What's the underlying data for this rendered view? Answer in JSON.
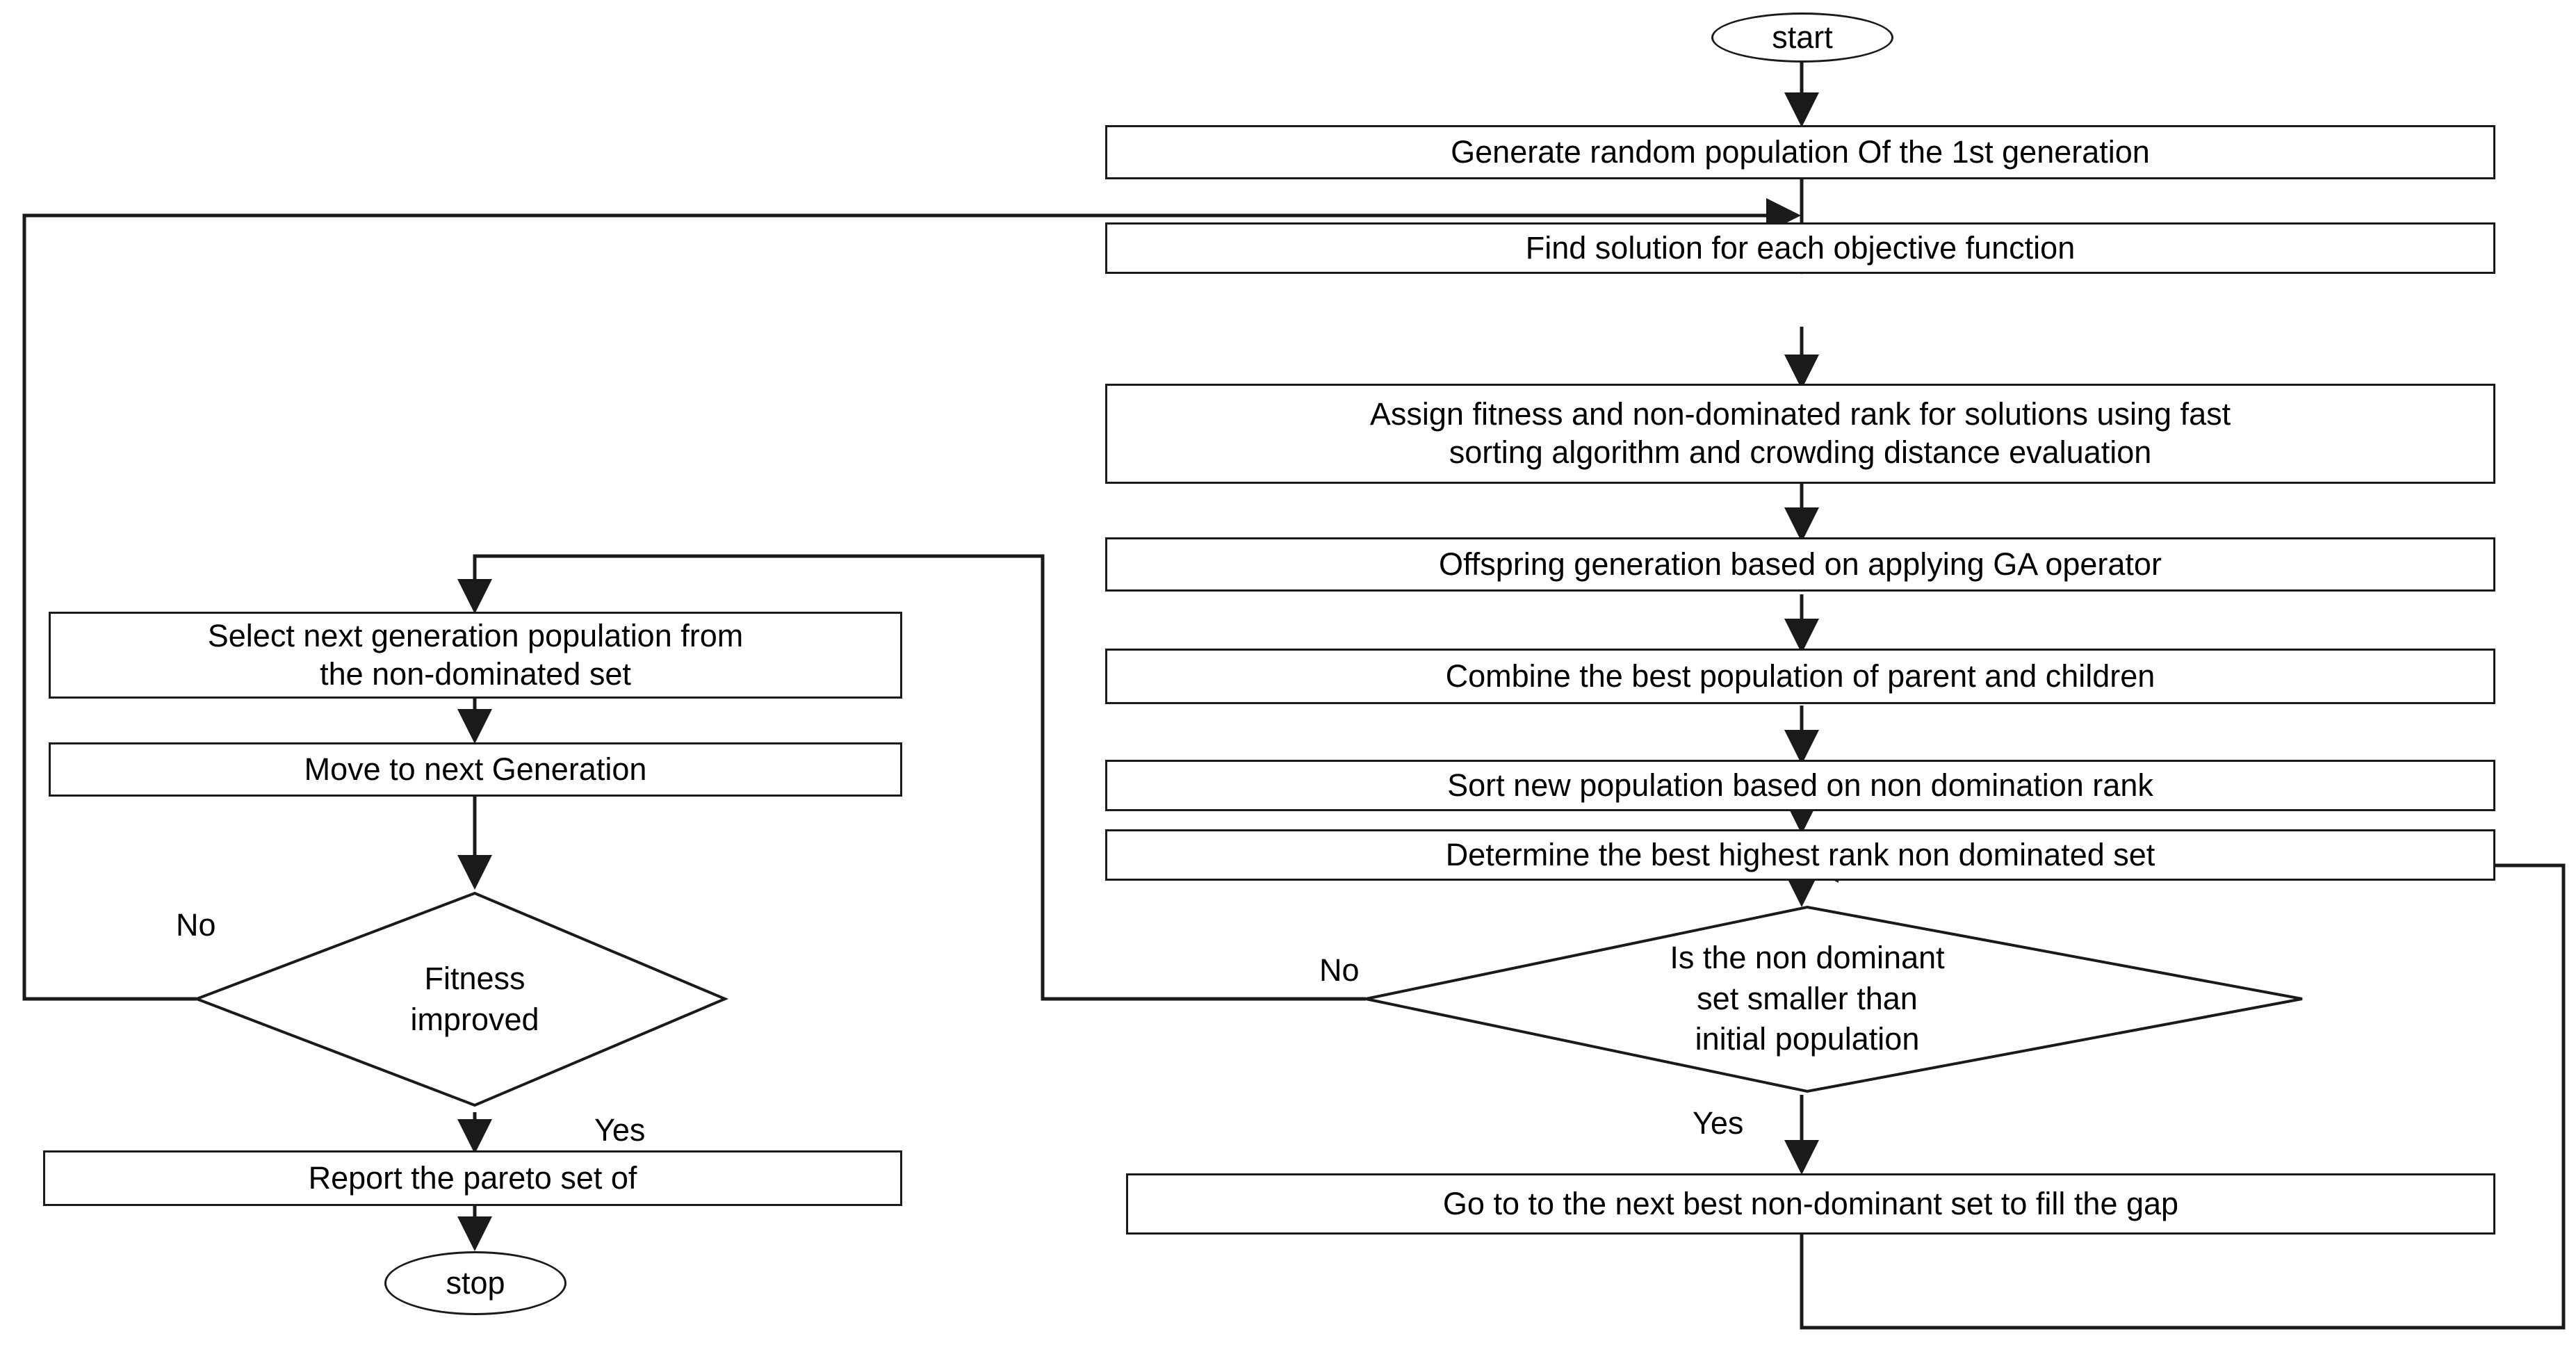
{
  "diagram": {
    "title": "NSGA-II multi-objective genetic algorithm flowchart",
    "type": "flowchart",
    "colors": {
      "stroke": "#1a1a1a",
      "fill": "#ffffff",
      "text": "#000000"
    }
  },
  "nodes": {
    "start": {
      "label": "start",
      "shape": "ellipse"
    },
    "generate_population": {
      "label": "Generate random population Of the 1st generation",
      "shape": "process"
    },
    "find_solution": {
      "label": "Find solution for each objective function",
      "shape": "process"
    },
    "assign_fitness": {
      "label": "Assign fitness and non-dominated rank for solutions using fast\nsorting algorithm and crowding distance evaluation",
      "shape": "process"
    },
    "offspring": {
      "label": "Offspring generation based on applying GA operator",
      "shape": "process"
    },
    "combine": {
      "label": "Combine the best population of parent and children",
      "shape": "process"
    },
    "sort_new": {
      "label": "Sort new population based on non domination rank",
      "shape": "process"
    },
    "determine_best": {
      "label": "Determine the best highest rank non dominated set",
      "shape": "process"
    },
    "decision_nondominant": {
      "label": "Is the non dominant\nset smaller than\ninitial population",
      "shape": "diamond"
    },
    "go_to_next": {
      "label": "Go to to the next best non-dominant set to fill the gap",
      "shape": "process"
    },
    "select_next": {
      "label": "Select next generation population from\nthe non-dominated set",
      "shape": "process"
    },
    "move_next": {
      "label": "Move to next Generation",
      "shape": "process"
    },
    "decision_fitness": {
      "label": "Fitness\nimproved",
      "shape": "diamond"
    },
    "report_pareto": {
      "label": "Report the pareto set of",
      "shape": "process"
    },
    "stop": {
      "label": "stop",
      "shape": "ellipse"
    }
  },
  "edge_labels": {
    "nondominant_no": "No",
    "nondominant_yes": "Yes",
    "fitness_no": "No",
    "fitness_yes": "Yes"
  }
}
